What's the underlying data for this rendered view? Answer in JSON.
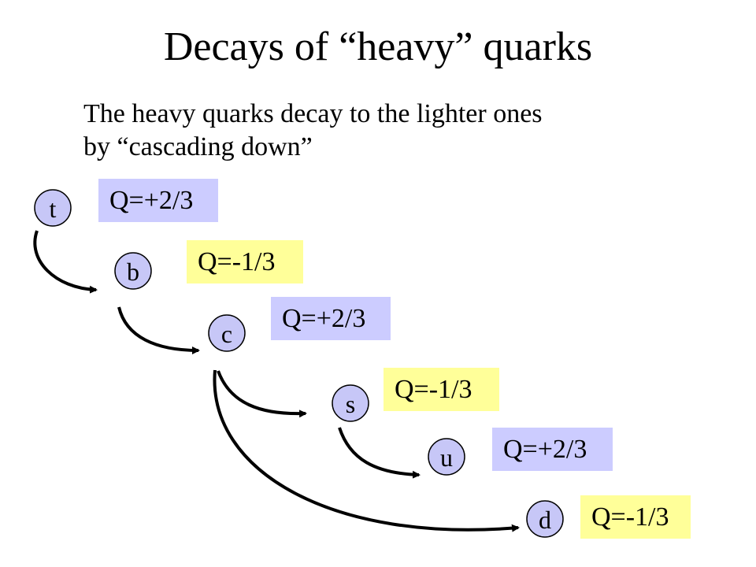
{
  "title": "Decays of “heavy” quarks",
  "subtitle": {
    "line1": "The heavy quarks decay to the lighter ones",
    "line2": "by “cascading down”"
  },
  "colors": {
    "quark_fill": "#c7c7f7",
    "charge_plus_two_thirds_bg": "#ccccff",
    "charge_minus_one_third_bg": "#ffff99",
    "arrow": "#000000"
  },
  "quarks": [
    {
      "id": "t",
      "label": "t",
      "charge": "Q=+2/3",
      "charge_sign": "positive"
    },
    {
      "id": "b",
      "label": "b",
      "charge": "Q=-1/3",
      "charge_sign": "negative"
    },
    {
      "id": "c",
      "label": "c",
      "charge": "Q=+2/3",
      "charge_sign": "positive"
    },
    {
      "id": "s",
      "label": "s",
      "charge": "Q=-1/3",
      "charge_sign": "negative"
    },
    {
      "id": "u",
      "label": "u",
      "charge": "Q=+2/3",
      "charge_sign": "positive"
    },
    {
      "id": "d",
      "label": "d",
      "charge": "Q=-1/3",
      "charge_sign": "negative"
    }
  ],
  "decays": [
    {
      "from": "t",
      "to": "b"
    },
    {
      "from": "b",
      "to": "c"
    },
    {
      "from": "c",
      "to": "s"
    },
    {
      "from": "s",
      "to": "u"
    },
    {
      "from": "c",
      "to": "d"
    }
  ]
}
